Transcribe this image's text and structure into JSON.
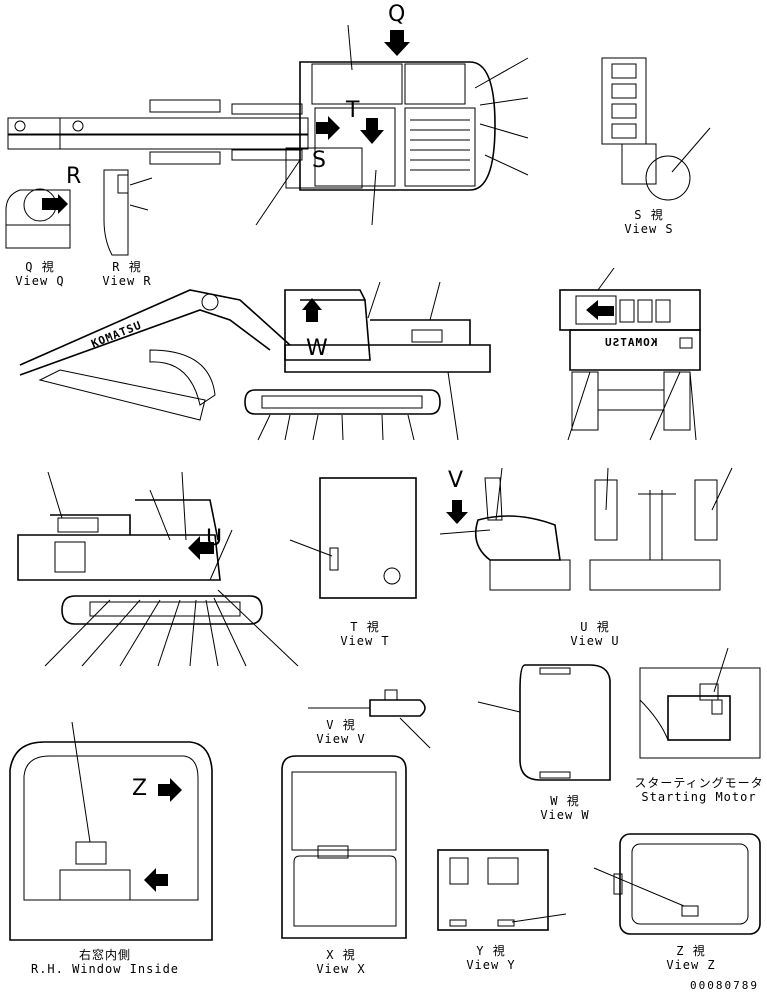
{
  "views": {
    "q": {
      "jp": "Q 視",
      "en": "View Q"
    },
    "r": {
      "jp": "R 視",
      "en": "View R"
    },
    "s": {
      "jp": "S 視",
      "en": "View S"
    },
    "t": {
      "jp": "T 視",
      "en": "View T"
    },
    "u": {
      "jp": "U 視",
      "en": "View U"
    },
    "v": {
      "jp": "V 視",
      "en": "View V"
    },
    "w": {
      "jp": "W 視",
      "en": "View W"
    },
    "x": {
      "jp": "X 視",
      "en": "View X"
    },
    "y": {
      "jp": "Y 視",
      "en": "View Y"
    },
    "z": {
      "jp": "Z 視",
      "en": "View Z"
    },
    "starting_motor": {
      "jp": "スターティングモータ",
      "en": "Starting Motor"
    },
    "rh_window": {
      "jp": "右窓内側",
      "en": "R.H. Window Inside"
    }
  },
  "letters": {
    "q": "Q",
    "r": "R",
    "s": "S",
    "t": "T",
    "u": "U",
    "v": "V",
    "w": "W",
    "z": "Z"
  },
  "brand_text": "KOMATSU",
  "drawing_number": "00080789"
}
